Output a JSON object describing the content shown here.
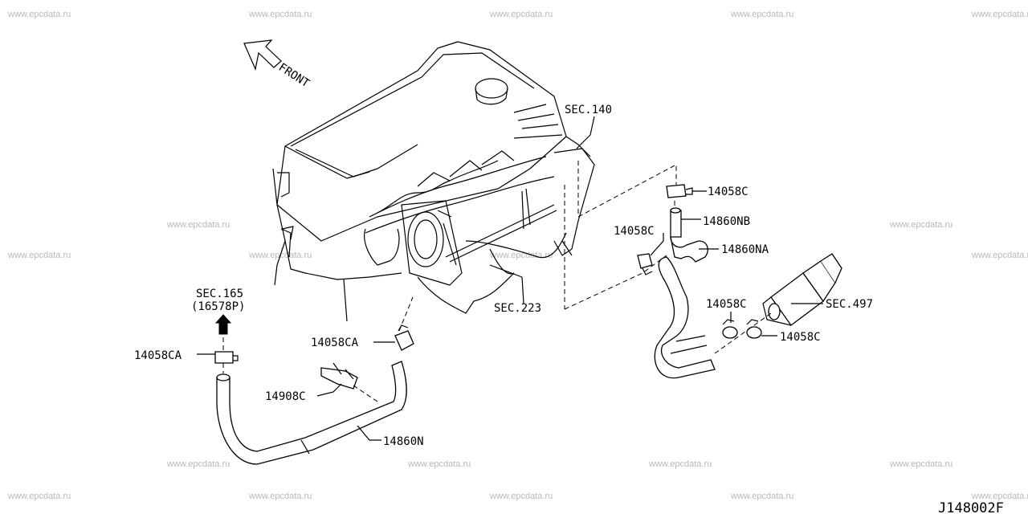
{
  "diagram_id": "J148002F",
  "watermark": "www.epcdata.ru",
  "direction_label": "FRONT",
  "sections": {
    "sec140": "SEC.140",
    "sec165": "SEC.165",
    "sec165_sub": "(16578P)",
    "sec223": "SEC.223",
    "sec497": "SEC.497"
  },
  "parts": {
    "clamp_14058c": "14058C",
    "clamp_14058ca": "14058CA",
    "hose_14860nb": "14860NB",
    "hose_14860na": "14860NA",
    "hose_14860n": "14860N",
    "clip_14908c": "14908C"
  }
}
